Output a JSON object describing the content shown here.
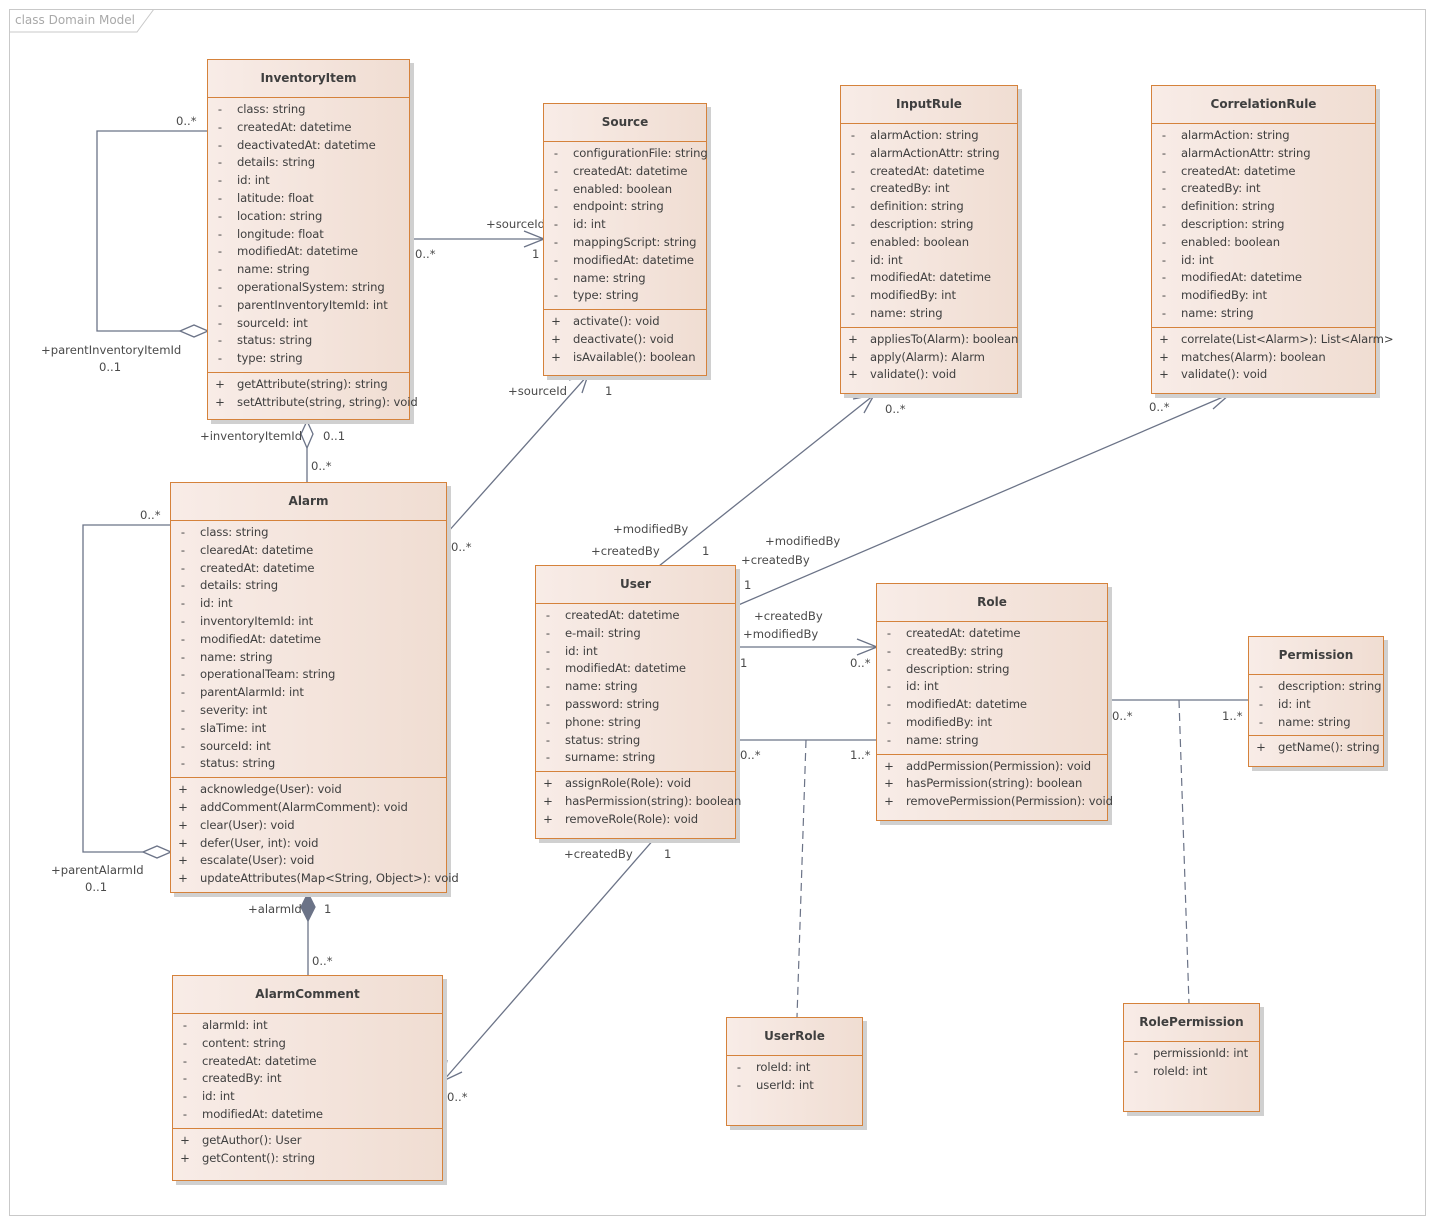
{
  "diagram": {
    "frame_label": "class Domain Model",
    "colors": {
      "class_border": "#d5823b",
      "class_fill_start": "#f8ece7",
      "class_fill_end": "#f0ddd2",
      "connector": "#6b7387",
      "frame": "#c9c9c9"
    }
  },
  "classes": {
    "InventoryItem": {
      "name": "InventoryItem",
      "attributes": [
        {
          "vis": "-",
          "text": "class: string"
        },
        {
          "vis": "-",
          "text": "createdAt: datetime"
        },
        {
          "vis": "-",
          "text": "deactivatedAt: datetime"
        },
        {
          "vis": "-",
          "text": "details: string"
        },
        {
          "vis": "-",
          "text": "id: int"
        },
        {
          "vis": "-",
          "text": "latitude: float"
        },
        {
          "vis": "-",
          "text": "location: string"
        },
        {
          "vis": "-",
          "text": "longitude: float"
        },
        {
          "vis": "-",
          "text": "modifiedAt: datetime"
        },
        {
          "vis": "-",
          "text": "name: string"
        },
        {
          "vis": "-",
          "text": "operationalSystem: string"
        },
        {
          "vis": "-",
          "text": "parentInventoryItemId: int"
        },
        {
          "vis": "-",
          "text": "sourceId: int"
        },
        {
          "vis": "-",
          "text": "status: string"
        },
        {
          "vis": "-",
          "text": "type: string"
        }
      ],
      "operations": [
        {
          "vis": "+",
          "text": "getAttribute(string): string"
        },
        {
          "vis": "+",
          "text": "setAttribute(string, string): void"
        }
      ]
    },
    "Source": {
      "name": "Source",
      "attributes": [
        {
          "vis": "-",
          "text": "configurationFile: string"
        },
        {
          "vis": "-",
          "text": "createdAt: datetime"
        },
        {
          "vis": "-",
          "text": "enabled: boolean"
        },
        {
          "vis": "-",
          "text": "endpoint: string"
        },
        {
          "vis": "-",
          "text": "id: int"
        },
        {
          "vis": "-",
          "text": "mappingScript: string"
        },
        {
          "vis": "-",
          "text": "modifiedAt: datetime"
        },
        {
          "vis": "-",
          "text": "name: string"
        },
        {
          "vis": "-",
          "text": "type: string"
        }
      ],
      "operations": [
        {
          "vis": "+",
          "text": "activate(): void"
        },
        {
          "vis": "+",
          "text": "deactivate(): void"
        },
        {
          "vis": "+",
          "text": "isAvailable(): boolean"
        }
      ]
    },
    "InputRule": {
      "name": "InputRule",
      "attributes": [
        {
          "vis": "-",
          "text": "alarmAction: string"
        },
        {
          "vis": "-",
          "text": "alarmActionAttr: string"
        },
        {
          "vis": "-",
          "text": "createdAt: datetime"
        },
        {
          "vis": "-",
          "text": "createdBy: int"
        },
        {
          "vis": "-",
          "text": "definition: string"
        },
        {
          "vis": "-",
          "text": "description: string"
        },
        {
          "vis": "-",
          "text": "enabled: boolean"
        },
        {
          "vis": "-",
          "text": "id: int"
        },
        {
          "vis": "-",
          "text": "modifiedAt: datetime"
        },
        {
          "vis": "-",
          "text": "modifiedBy: int"
        },
        {
          "vis": "-",
          "text": "name: string"
        }
      ],
      "operations": [
        {
          "vis": "+",
          "text": "appliesTo(Alarm): boolean"
        },
        {
          "vis": "+",
          "text": "apply(Alarm): Alarm"
        },
        {
          "vis": "+",
          "text": "validate(): void"
        }
      ]
    },
    "CorrelationRule": {
      "name": "CorrelationRule",
      "attributes": [
        {
          "vis": "-",
          "text": "alarmAction: string"
        },
        {
          "vis": "-",
          "text": "alarmActionAttr: string"
        },
        {
          "vis": "-",
          "text": "createdAt: datetime"
        },
        {
          "vis": "-",
          "text": "createdBy: int"
        },
        {
          "vis": "-",
          "text": "definition: string"
        },
        {
          "vis": "-",
          "text": "description: string"
        },
        {
          "vis": "-",
          "text": "enabled: boolean"
        },
        {
          "vis": "-",
          "text": "id: int"
        },
        {
          "vis": "-",
          "text": "modifiedAt: datetime"
        },
        {
          "vis": "-",
          "text": "modifiedBy: int"
        },
        {
          "vis": "-",
          "text": "name: string"
        }
      ],
      "operations": [
        {
          "vis": "+",
          "text": "correlate(List<Alarm>): List<Alarm>"
        },
        {
          "vis": "+",
          "text": "matches(Alarm): boolean"
        },
        {
          "vis": "+",
          "text": "validate(): void"
        }
      ]
    },
    "Alarm": {
      "name": "Alarm",
      "attributes": [
        {
          "vis": "-",
          "text": "class: string"
        },
        {
          "vis": "-",
          "text": "clearedAt: datetime"
        },
        {
          "vis": "-",
          "text": "createdAt: datetime"
        },
        {
          "vis": "-",
          "text": "details: string"
        },
        {
          "vis": "-",
          "text": "id: int"
        },
        {
          "vis": "-",
          "text": "inventoryItemId: int"
        },
        {
          "vis": "-",
          "text": "modifiedAt: datetime"
        },
        {
          "vis": "-",
          "text": "name: string"
        },
        {
          "vis": "-",
          "text": "operationalTeam: string"
        },
        {
          "vis": "-",
          "text": "parentAlarmId: int"
        },
        {
          "vis": "-",
          "text": "severity: int"
        },
        {
          "vis": "-",
          "text": "slaTime: int"
        },
        {
          "vis": "-",
          "text": "sourceId: int"
        },
        {
          "vis": "-",
          "text": "status: string"
        }
      ],
      "operations": [
        {
          "vis": "+",
          "text": "acknowledge(User): void"
        },
        {
          "vis": "+",
          "text": "addComment(AlarmComment): void"
        },
        {
          "vis": "+",
          "text": "clear(User): void"
        },
        {
          "vis": "+",
          "text": "defer(User, int): void"
        },
        {
          "vis": "+",
          "text": "escalate(User): void"
        },
        {
          "vis": "+",
          "text": "updateAttributes(Map<String, Object>): void"
        }
      ]
    },
    "User": {
      "name": "User",
      "attributes": [
        {
          "vis": "-",
          "text": "createdAt: datetime"
        },
        {
          "vis": "-",
          "text": "e-mail: string"
        },
        {
          "vis": "-",
          "text": "id: int"
        },
        {
          "vis": "-",
          "text": "modifiedAt: datetime"
        },
        {
          "vis": "-",
          "text": "name: string"
        },
        {
          "vis": "-",
          "text": "password: string"
        },
        {
          "vis": "-",
          "text": "phone: string"
        },
        {
          "vis": "-",
          "text": "status: string"
        },
        {
          "vis": "-",
          "text": "surname: string"
        }
      ],
      "operations": [
        {
          "vis": "+",
          "text": "assignRole(Role): void"
        },
        {
          "vis": "+",
          "text": "hasPermission(string): boolean"
        },
        {
          "vis": "+",
          "text": "removeRole(Role): void"
        }
      ]
    },
    "Role": {
      "name": "Role",
      "attributes": [
        {
          "vis": "-",
          "text": "createdAt: datetime"
        },
        {
          "vis": "-",
          "text": "createdBy: string"
        },
        {
          "vis": "-",
          "text": "description: string"
        },
        {
          "vis": "-",
          "text": "id: int"
        },
        {
          "vis": "-",
          "text": "modifiedAt: datetime"
        },
        {
          "vis": "-",
          "text": "modifiedBy: int"
        },
        {
          "vis": "-",
          "text": "name: string"
        }
      ],
      "operations": [
        {
          "vis": "+",
          "text": "addPermission(Permission): void"
        },
        {
          "vis": "+",
          "text": "hasPermission(string): boolean"
        },
        {
          "vis": "+",
          "text": "removePermission(Permission): void"
        }
      ]
    },
    "Permission": {
      "name": "Permission",
      "attributes": [
        {
          "vis": "-",
          "text": "description: string"
        },
        {
          "vis": "-",
          "text": "id: int"
        },
        {
          "vis": "-",
          "text": "name: string"
        }
      ],
      "operations": [
        {
          "vis": "+",
          "text": "getName(): string"
        }
      ]
    },
    "AlarmComment": {
      "name": "AlarmComment",
      "attributes": [
        {
          "vis": "-",
          "text": "alarmId: int"
        },
        {
          "vis": "-",
          "text": "content: string"
        },
        {
          "vis": "-",
          "text": "createdAt: datetime"
        },
        {
          "vis": "-",
          "text": "createdBy: int"
        },
        {
          "vis": "-",
          "text": "id: int"
        },
        {
          "vis": "-",
          "text": "modifiedAt: datetime"
        }
      ],
      "operations": [
        {
          "vis": "+",
          "text": "getAuthor(): User"
        },
        {
          "vis": "+",
          "text": "getContent(): string"
        }
      ]
    },
    "UserRole": {
      "name": "UserRole",
      "attributes": [
        {
          "vis": "-",
          "text": "roleId: int"
        },
        {
          "vis": "-",
          "text": "userId: int"
        }
      ],
      "operations": []
    },
    "RolePermission": {
      "name": "RolePermission",
      "attributes": [
        {
          "vis": "-",
          "text": "permissionId: int"
        },
        {
          "vis": "-",
          "text": "roleId: int"
        }
      ],
      "operations": []
    }
  },
  "relationships": [
    {
      "id": "inv-self",
      "type": "aggregation",
      "from": "InventoryItem",
      "to": "InventoryItem",
      "labels": {
        "mult_top": "0..*",
        "role": "+parentInventoryItemId",
        "mult_bottom": "0..1"
      }
    },
    {
      "id": "inv-source",
      "type": "association",
      "from": "InventoryItem",
      "to": "Source",
      "labels": {
        "role": "+sourceId",
        "mult_from": "0..*",
        "mult_to": "1"
      }
    },
    {
      "id": "inv-alarm",
      "type": "aggregation",
      "from": "Alarm",
      "to": "InventoryItem",
      "labels": {
        "role": "+inventoryItemId",
        "mult_to": "0..1",
        "mult_from": "0..*"
      }
    },
    {
      "id": "alarm-source",
      "type": "association",
      "from": "Alarm",
      "to": "Source",
      "labels": {
        "role": "+sourceId",
        "mult_to": "1",
        "mult_from": "0..*"
      }
    },
    {
      "id": "alarm-self",
      "type": "aggregation",
      "from": "Alarm",
      "to": "Alarm",
      "labels": {
        "mult_top": "0..*",
        "role": "+parentAlarmId",
        "mult_bottom": "0..1"
      }
    },
    {
      "id": "alarm-comment",
      "type": "composition",
      "from": "AlarmComment",
      "to": "Alarm",
      "labels": {
        "role": "+alarmId",
        "mult_to": "1",
        "mult_from": "0..*"
      }
    },
    {
      "id": "user-inputrule",
      "type": "association",
      "from": "User",
      "to": "InputRule",
      "labels": {
        "role_a": "+modifiedBy",
        "role_b": "+createdBy",
        "mult_from": "1",
        "mult_to": "0..*"
      }
    },
    {
      "id": "user-corrrule",
      "type": "association",
      "from": "User",
      "to": "CorrelationRule",
      "labels": {
        "role_a": "+modifiedBy",
        "role_b": "+createdBy",
        "mult_from": "1",
        "mult_to": "0..*"
      }
    },
    {
      "id": "user-role-audit",
      "type": "association",
      "from": "User",
      "to": "Role",
      "labels": {
        "role_a": "+createdBy",
        "role_b": "+modifiedBy",
        "mult_from": "1",
        "mult_to": "0..*"
      }
    },
    {
      "id": "user-role",
      "type": "association-class",
      "from": "User",
      "to": "Role",
      "via": "UserRole",
      "labels": {
        "mult_from": "0..*",
        "mult_to": "1..*"
      }
    },
    {
      "id": "role-permission",
      "type": "association-class",
      "from": "Role",
      "to": "Permission",
      "via": "RolePermission",
      "labels": {
        "mult_from": "0..*",
        "mult_to": "1..*"
      }
    },
    {
      "id": "user-comment",
      "type": "association",
      "from": "User",
      "to": "AlarmComment",
      "labels": {
        "role": "+createdBy",
        "mult_from": "1",
        "mult_to": "0..*"
      }
    }
  ]
}
